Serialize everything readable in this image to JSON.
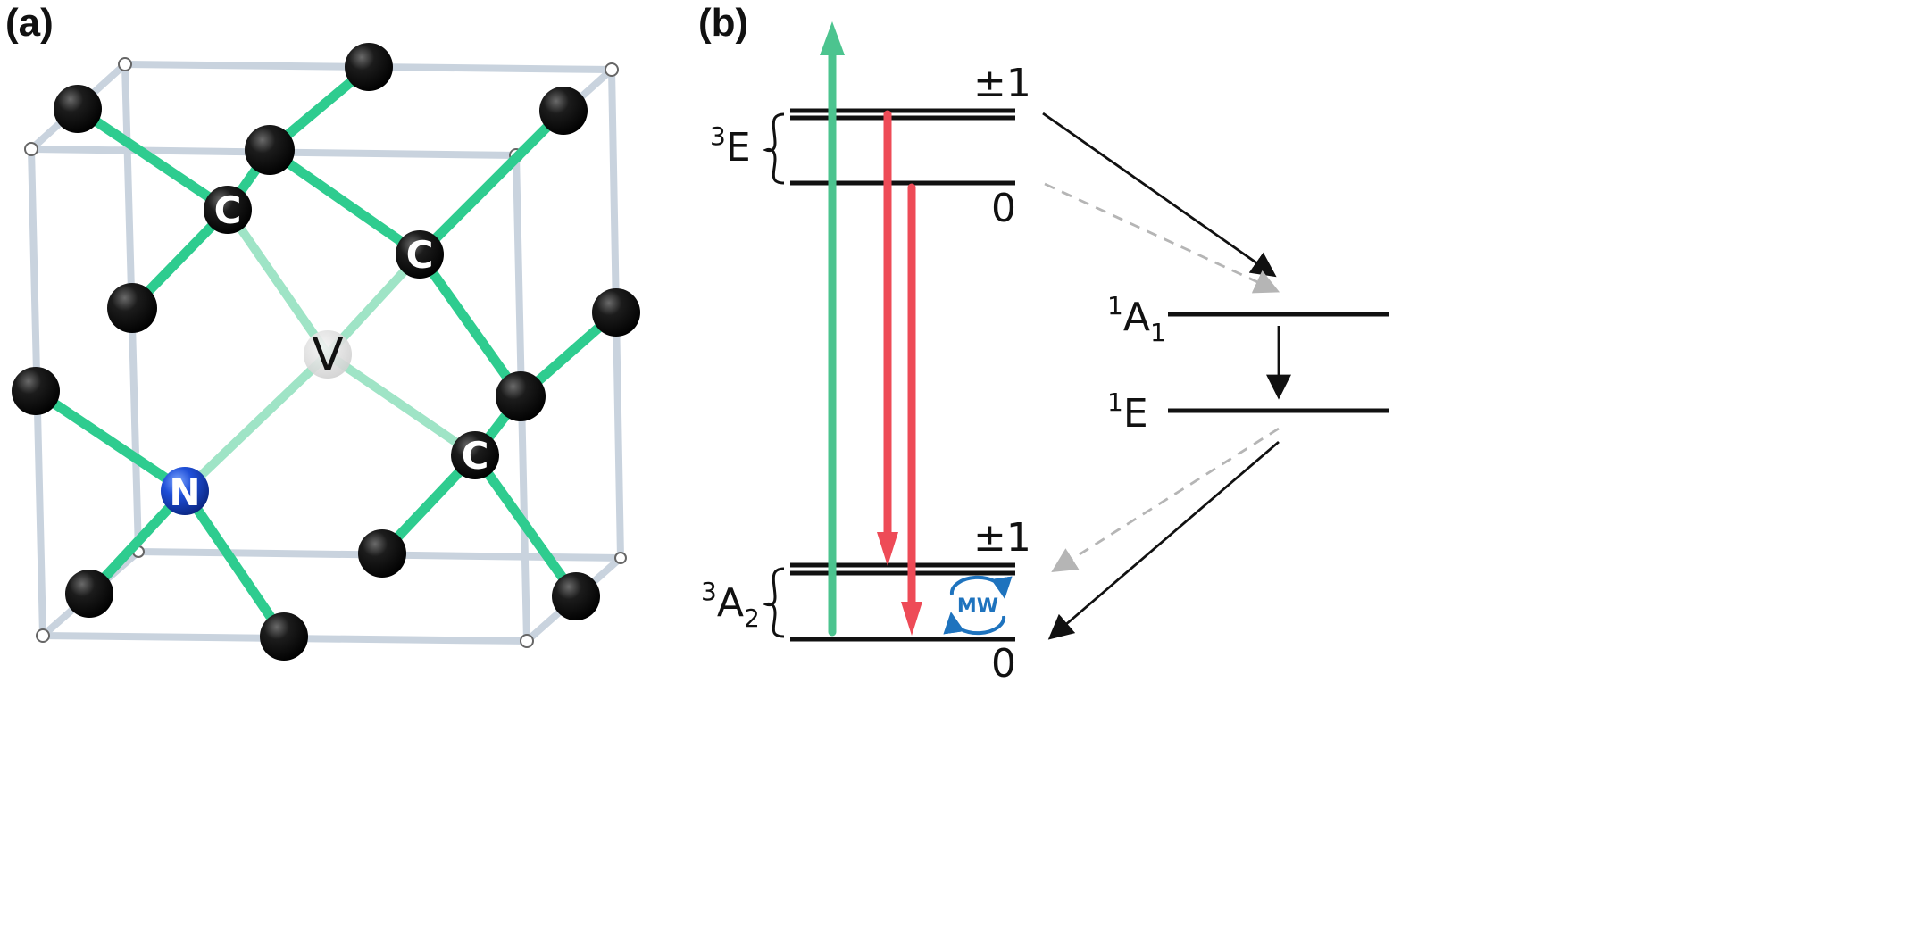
{
  "panels": {
    "a_label": "(a)",
    "b_label": "(b)"
  },
  "lattice": {
    "carbon_label": "C",
    "nitrogen_label": "N",
    "vacancy_label": "V",
    "colors": {
      "bond": "#2ecc8f",
      "bond_dark": "#1a8a5c",
      "atom": "#111111",
      "nitrogen": "#1f4fd8",
      "vacancy": "#dcdcdc",
      "cube_edge": "#c9d3de"
    }
  },
  "energy_levels": {
    "excited_triplet": {
      "sup": "3",
      "base": "E",
      "upper": "±1",
      "lower": "0"
    },
    "ground_triplet": {
      "sup": "3",
      "base": "A",
      "sub": "2",
      "upper": "±1",
      "lower": "0"
    },
    "singlet_a1": {
      "sup": "1",
      "base": "A",
      "sub": "1"
    },
    "singlet_e": {
      "sup": "1",
      "base": "E"
    },
    "mw_label": "MW",
    "colors": {
      "excitation": "#4cc48f",
      "emission": "#ee4b57",
      "isc_solid": "#111111",
      "isc_dashed": "#b5b5b5",
      "mw": "#1e73be"
    }
  }
}
